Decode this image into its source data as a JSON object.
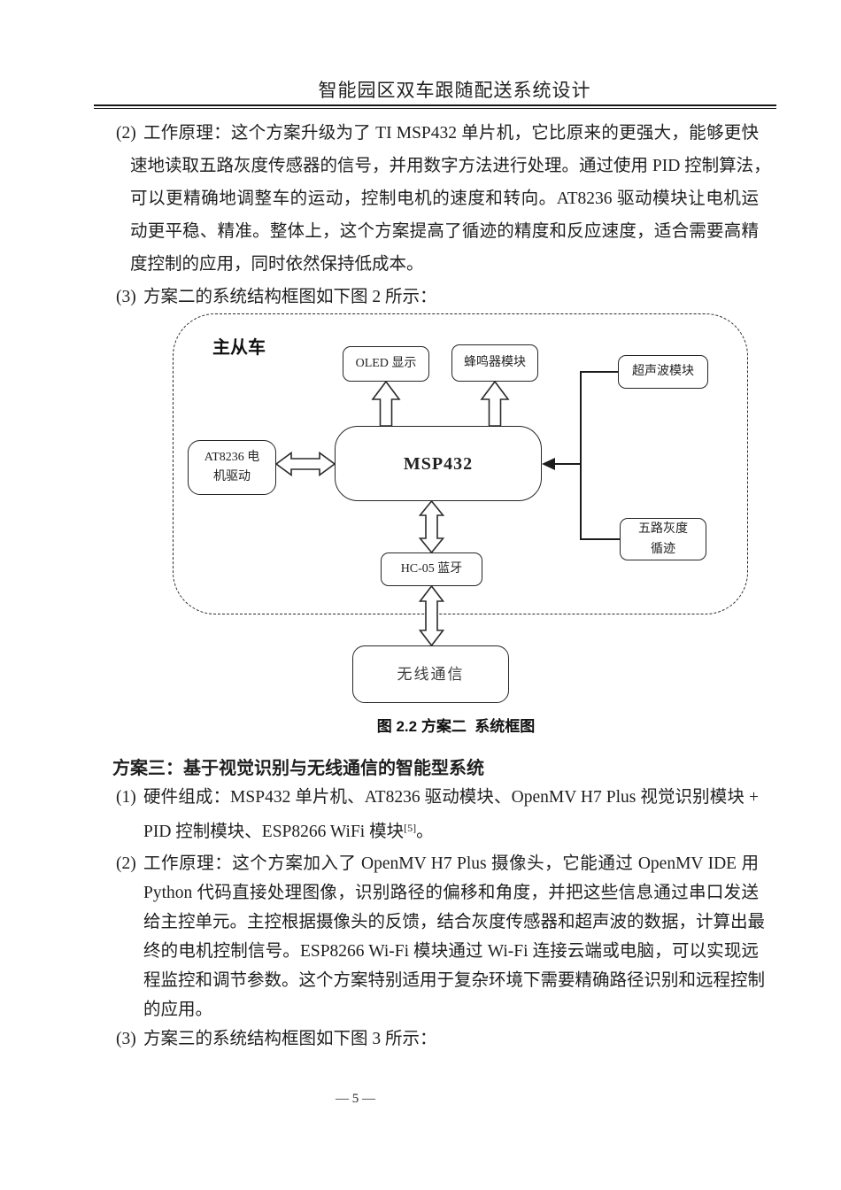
{
  "header": {
    "title": "智能园区双车跟随配送系统设计"
  },
  "sections": {
    "item2": {
      "marker": "(2)",
      "lines": [
        "工作原理：这个方案升级为了 TI MSP432 单片机，它比原来的更强大，能够更快",
        "速地读取五路灰度传感器的信号，并用数字方法进行处理。通过使用 PID 控制算法，",
        "可以更精确地调整车的运动，控制电机的速度和转向。AT8236 驱动模块让电机运",
        "动更平稳、精准。整体上，这个方案提高了循迹的精度和反应速度，适合需要高精",
        "度控制的应用，同时依然保持低成本。"
      ]
    },
    "item3": {
      "marker": "(3)",
      "text": "方案二的系统结构框图如下图 2 所示："
    },
    "scheme3": {
      "heading": "方案三：基于视觉识别与无线通信的智能型系统",
      "item1": {
        "marker": "(1)",
        "line1": "硬件组成：MSP432 单片机、AT8236 驱动模块、OpenMV H7 Plus 视觉识别模块 +",
        "line2_text": "PID 控制模块、ESP8266 WiFi 模块",
        "line2_sup": "[5]",
        "line2_end": "。"
      },
      "item2": {
        "marker": "(2)",
        "lines": [
          "工作原理：这个方案加入了 OpenMV H7 Plus 摄像头，它能通过 OpenMV IDE 用",
          "Python 代码直接处理图像，识别路径的偏移和角度，并把这些信息通过串口发送",
          "给主控单元。主控根据摄像头的反馈，结合灰度传感器和超声波的数据，计算出最",
          "终的电机控制信号。ESP8266 Wi-Fi 模块通过 Wi-Fi 连接云端或电脑，可以实现远",
          "程监控和调节参数。这个方案特别适用于复杂环境下需要精确路径识别和远程控制",
          "的应用。"
        ]
      },
      "item3": {
        "marker": "(3)",
        "text": "方案三的系统结构框图如下图 3 所示："
      }
    }
  },
  "figure": {
    "group_label": "主从车",
    "boxes": {
      "oled": "OLED 显示",
      "buzzer": "蜂鸣器模块",
      "ultrasonic": "超声波模块",
      "motor_l1": "AT8236 电",
      "motor_l2": "机驱动",
      "mcu": "MSP432",
      "gray_l1": "五路灰度",
      "gray_l2": "循迹",
      "bluetooth": "HC-05 蓝牙",
      "wireless": "无线通信"
    },
    "caption": "图 2.2 方案二  系统框图"
  },
  "footer": {
    "page_number": "— 5 —"
  },
  "colors": {
    "ink": "#1f1f1f",
    "diagram_line": "#2b2b2b",
    "background": "#ffffff"
  }
}
